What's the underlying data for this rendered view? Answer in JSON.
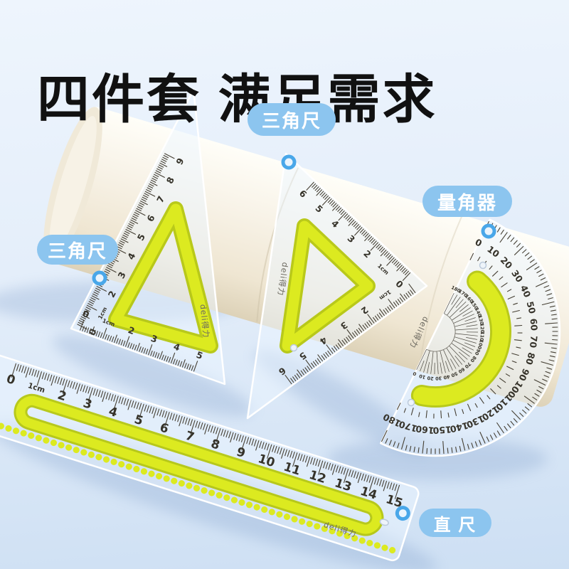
{
  "title": "四件套 满足需求",
  "badges": [
    {
      "label": "三角尺"
    },
    {
      "label": "量角器"
    },
    {
      "label": "三角尺"
    },
    {
      "label": "直 尺"
    }
  ],
  "brand": "deli得力",
  "products": {
    "triangle_ruler_1": "三角尺",
    "triangle_ruler_2": "三角尺",
    "protractor": "量角器",
    "straight_ruler": "直尺"
  },
  "scales": {
    "straight": [
      "0",
      "1cm",
      "2",
      "3",
      "4",
      "5",
      "6",
      "7",
      "8",
      "9",
      "10",
      "11",
      "12",
      "13",
      "14",
      "15"
    ],
    "tri_left_hyp": [
      "0",
      "1cm",
      "2",
      "3",
      "4",
      "5",
      "6",
      "7",
      "8",
      "9"
    ],
    "tri_left_bottom": [
      "0",
      "1cm",
      "2",
      "3",
      "4",
      "5"
    ],
    "tri_mid_hyp": [
      "0",
      "1cm",
      "2",
      "3",
      "4",
      "5",
      "6"
    ],
    "tri_mid_leg": [
      "",
      "1cm",
      "2",
      "3",
      "4",
      "5",
      "6"
    ],
    "protractor_outer": [
      "0",
      "10",
      "20",
      "30",
      "40",
      "50",
      "60",
      "70",
      "80",
      "90",
      "100",
      "110",
      "120",
      "130",
      "140",
      "150",
      "160",
      "170",
      "180"
    ],
    "protractor_inner": [
      "180",
      "170",
      "160",
      "150",
      "140",
      "130",
      "120",
      "110",
      "100",
      "90",
      "80",
      "70",
      "60",
      "50",
      "40",
      "30",
      "20",
      "10",
      "0"
    ]
  },
  "colors": {
    "badge_bg": "#8cc5ef",
    "badge_text": "#ffffff",
    "yellow": "#dcea20",
    "yellow_dark": "#b3c403",
    "title": "#111111",
    "bg_top": "#eef5fd",
    "bg_bottom": "#cddff3"
  }
}
